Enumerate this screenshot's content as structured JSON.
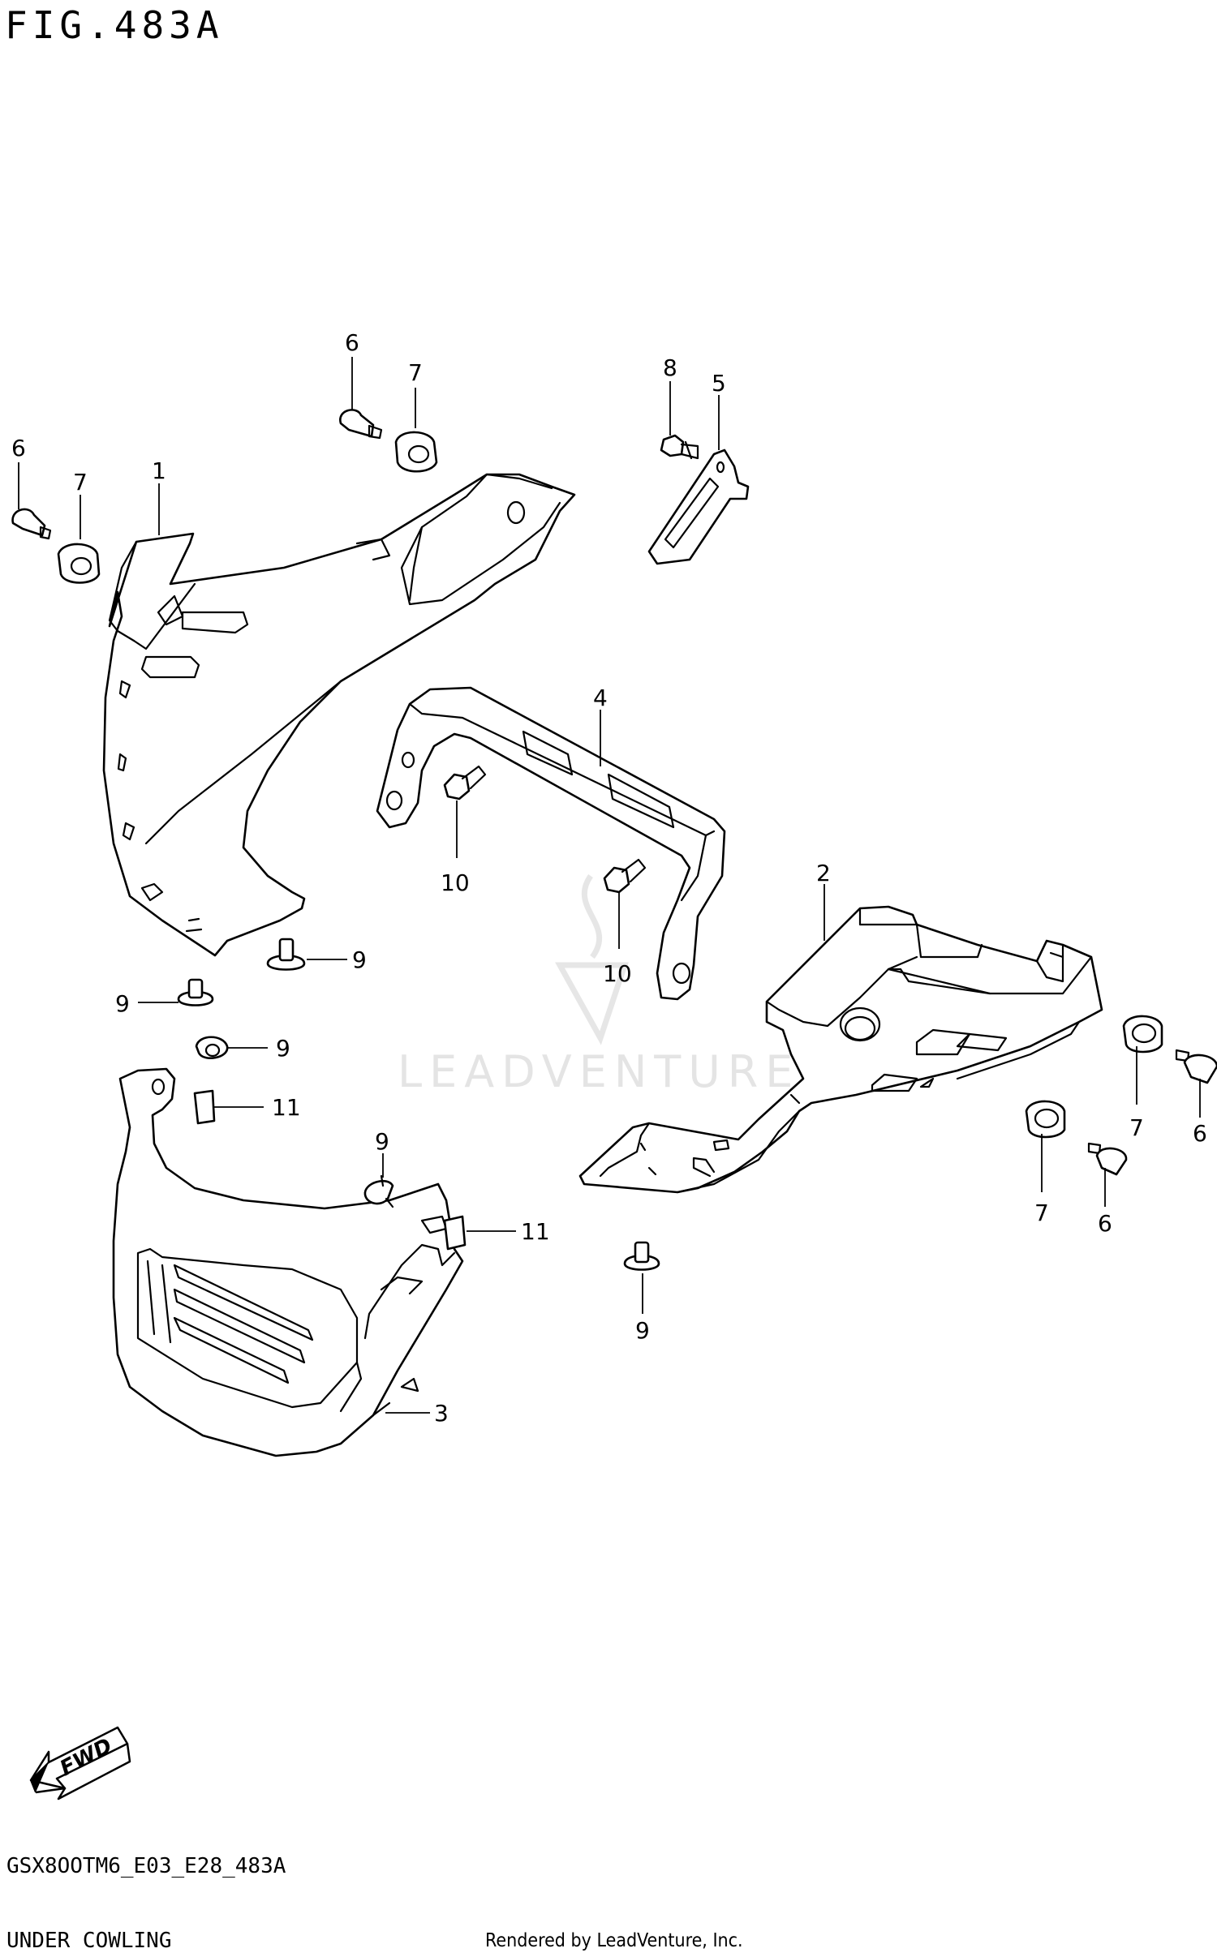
{
  "figure": {
    "title": "FIG.483A",
    "model_code": "GSX8OOTM6_E03_E28_483A",
    "section_name": "UNDER COWLING",
    "rendered_by": "Rendered by LeadVenture, Inc.",
    "watermark": "LEADVENTURE",
    "direction_label": "FWD"
  },
  "callouts": [
    {
      "id": "c6a",
      "label": "6"
    },
    {
      "id": "c7a",
      "label": "7"
    },
    {
      "id": "c6b",
      "label": "6"
    },
    {
      "id": "c7b",
      "label": "7"
    },
    {
      "id": "c1",
      "label": "1"
    },
    {
      "id": "c8",
      "label": "8"
    },
    {
      "id": "c5",
      "label": "5"
    },
    {
      "id": "c4",
      "label": "4"
    },
    {
      "id": "c10a",
      "label": "10"
    },
    {
      "id": "c10b",
      "label": "10"
    },
    {
      "id": "c2",
      "label": "2"
    },
    {
      "id": "c9a",
      "label": "9"
    },
    {
      "id": "c9b",
      "label": "9"
    },
    {
      "id": "c9c",
      "label": "9"
    },
    {
      "id": "c11a",
      "label": "11"
    },
    {
      "id": "c9d",
      "label": "9"
    },
    {
      "id": "c11b",
      "label": "11"
    },
    {
      "id": "c3",
      "label": "3"
    },
    {
      "id": "c9e",
      "label": "9"
    },
    {
      "id": "c7c",
      "label": "7"
    },
    {
      "id": "c6c",
      "label": "6"
    },
    {
      "id": "c7d",
      "label": "7"
    },
    {
      "id": "c6d",
      "label": "6"
    }
  ]
}
